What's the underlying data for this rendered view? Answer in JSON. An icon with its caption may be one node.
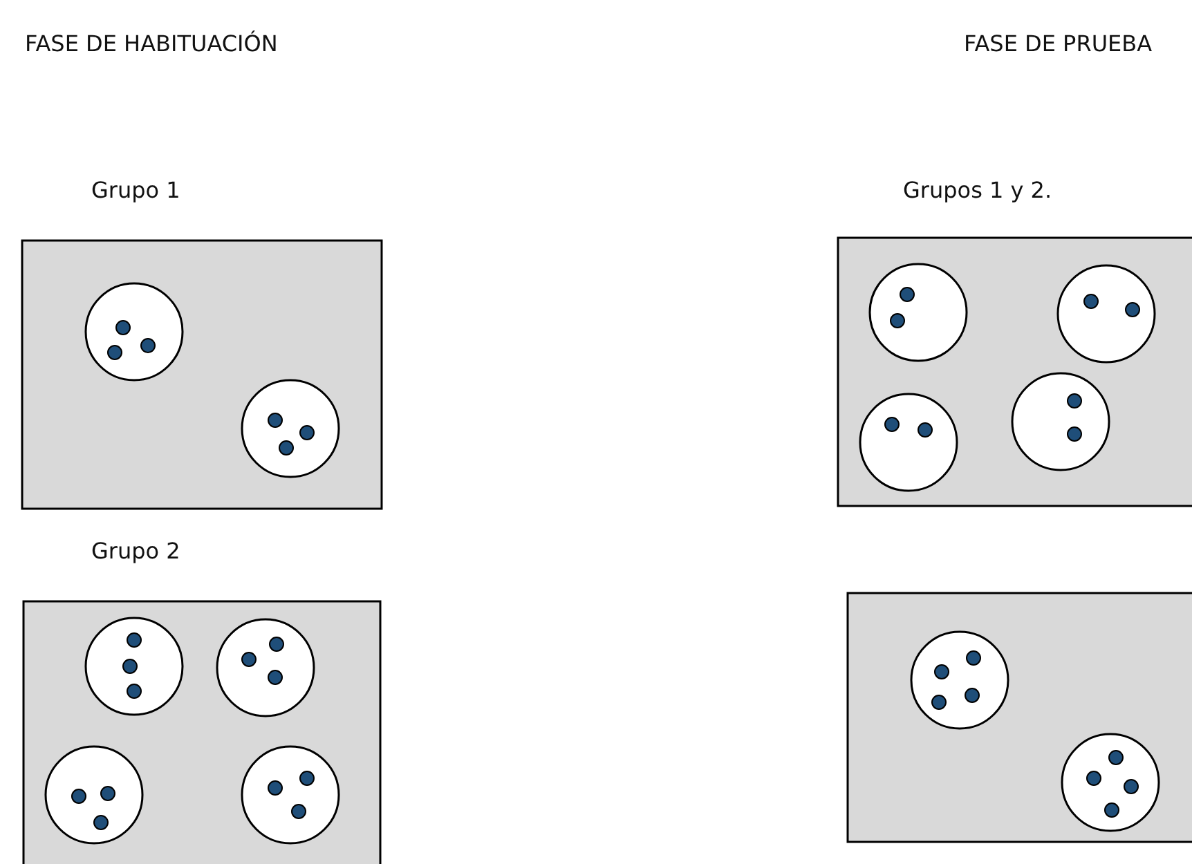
{
  "diagram": {
    "nodes": [
      {
        "text": [],
        "shape": "box"
      },
      {
        "text": [],
        "shape": "circle",
        "in": 0
      },
      {
        "text": [],
        "shape": "circle",
        "in": 0
      },
      {
        "text": [],
        "shape": "box"
      },
      {
        "text": [],
        "shape": "circle",
        "in": 3
      },
      {
        "text": [],
        "shape": "circle",
        "in": 3
      },
      {
        "text": [],
        "shape": "circle",
        "in": 3
      },
      {
        "text": [],
        "shape": "circle",
        "in": 3
      },
      {
        "text": [],
        "shape": "box"
      },
      {
        "text": [],
        "shape": "circle",
        "in": 8
      },
      {
        "text": [],
        "shape": "circle",
        "in": 8
      },
      {
        "text": [],
        "shape": "circle",
        "in": 8
      },
      {
        "text": [],
        "shape": "circle",
        "in": 8
      },
      {
        "text": [],
        "shape": "box"
      },
      {
        "text": [],
        "shape": "circle",
        "in": 13
      },
      {
        "text": [],
        "shape": "circle",
        "in": 13
      }
    ],
    "labels": [
      "FASE DE HABITUACIÓN",
      "FASE DE PRUEBA",
      "Grupo 1",
      "Grupos 1 y 2.",
      "Grupo 2"
    ]
  }
}
